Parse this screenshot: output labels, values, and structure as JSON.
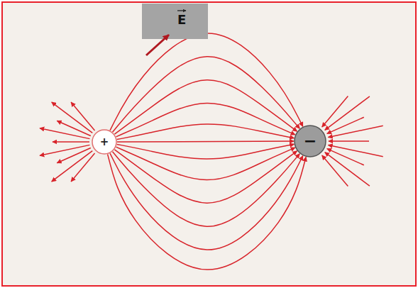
{
  "diagram": {
    "nodes": [
      {
        "text": [
          "+"
        ]
      },
      {
        "text": [
          "−"
        ]
      },
      {
        "text": [
          "E"
        ]
      }
    ],
    "edges": [
      {
        "from": 0,
        "to": 1,
        "arrow": "to"
      },
      {
        "from": 0,
        "to": 1,
        "arrow": "to"
      },
      {
        "from": 0,
        "to": 1,
        "arrow": "to"
      },
      {
        "from": 0,
        "to": 1,
        "arrow": "to"
      },
      {
        "from": 0,
        "to": 1,
        "arrow": "to"
      },
      {
        "from": 0,
        "to": 1,
        "arrow": "to"
      },
      {
        "from": 0,
        "to": 1,
        "arrow": "to"
      },
      {
        "from": 0,
        "to": 1,
        "arrow": "to"
      },
      {
        "from": 0,
        "to": 1,
        "arrow": "to"
      },
      {
        "from": 0,
        "to": 1,
        "arrow": "to"
      },
      {
        "from": 0,
        "to": 1,
        "arrow": "to"
      },
      {
        "from": 0,
        "to": 1,
        "arrow": "to"
      }
    ]
  }
}
